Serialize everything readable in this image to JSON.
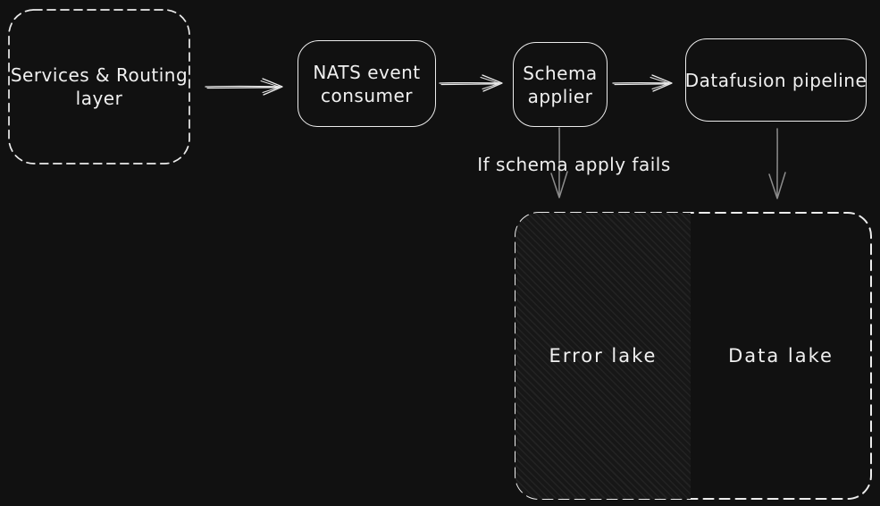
{
  "colors": {
    "bg": "#111111",
    "stroke": "#ececec",
    "text": "#f0f0f0",
    "arrow-gray": "#8d8d8d",
    "hatch-base": "#171717",
    "hatch-line": "#232323"
  },
  "nodes": {
    "services": {
      "lines": [
        "Services & Routing",
        "layer"
      ]
    },
    "nats": {
      "lines": [
        "NATS event",
        "consumer"
      ]
    },
    "schema": {
      "lines": [
        "Schema",
        "applier"
      ]
    },
    "datafusion": {
      "lines": [
        "Datafusion pipeline"
      ]
    }
  },
  "edge_label": "If schema apply fails",
  "lakes": {
    "error": "Error lake",
    "data": "Data lake"
  }
}
